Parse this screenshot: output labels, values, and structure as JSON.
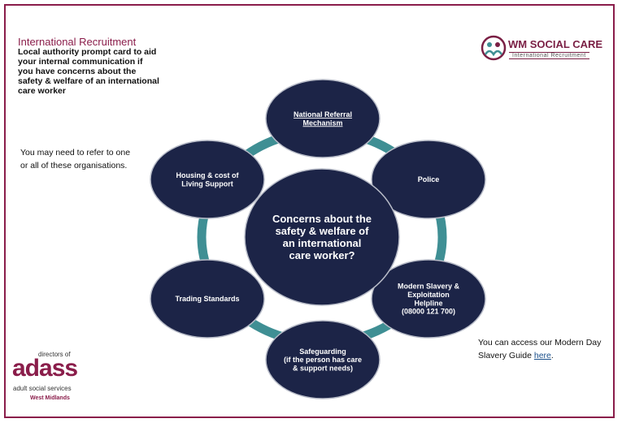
{
  "header": {
    "title": "International Recruitment",
    "subtitle": "Local authority prompt card to aid your internal communication if you have concerns about the safety & welfare of an international care worker"
  },
  "notes": {
    "left": "You may need to refer to one or all of these organisations.",
    "right_prefix": "You can access our Modern Day Slavery Guide ",
    "right_link": "here",
    "right_suffix": "."
  },
  "logo_wm": {
    "main": "WM SOCIAL CARE",
    "sub": "International Recruitment"
  },
  "logo_adass": {
    "top": "directors of",
    "big": "adass",
    "mid": "adult social services",
    "bottom": "West Midlands"
  },
  "center": {
    "label": "Concerns about the safety & welfare of an international care worker?"
  },
  "nodes": [
    {
      "label": "National Referral Mechanism",
      "link": true
    },
    {
      "label": "Police",
      "link": false
    },
    {
      "label": "Modern Slavery & Exploitation Helpline",
      "extra": "(08000 121 700)",
      "link": false
    },
    {
      "label": "Safeguarding",
      "extra": "(if the person has care & support needs)",
      "link": false
    },
    {
      "label": "Trading Standards",
      "link": false
    },
    {
      "label": "Housing & cost of Living Support",
      "link": false
    }
  ],
  "colors": {
    "accent": "#8a1d4a",
    "node": "#1c2447",
    "ring": "#3f8f94"
  }
}
